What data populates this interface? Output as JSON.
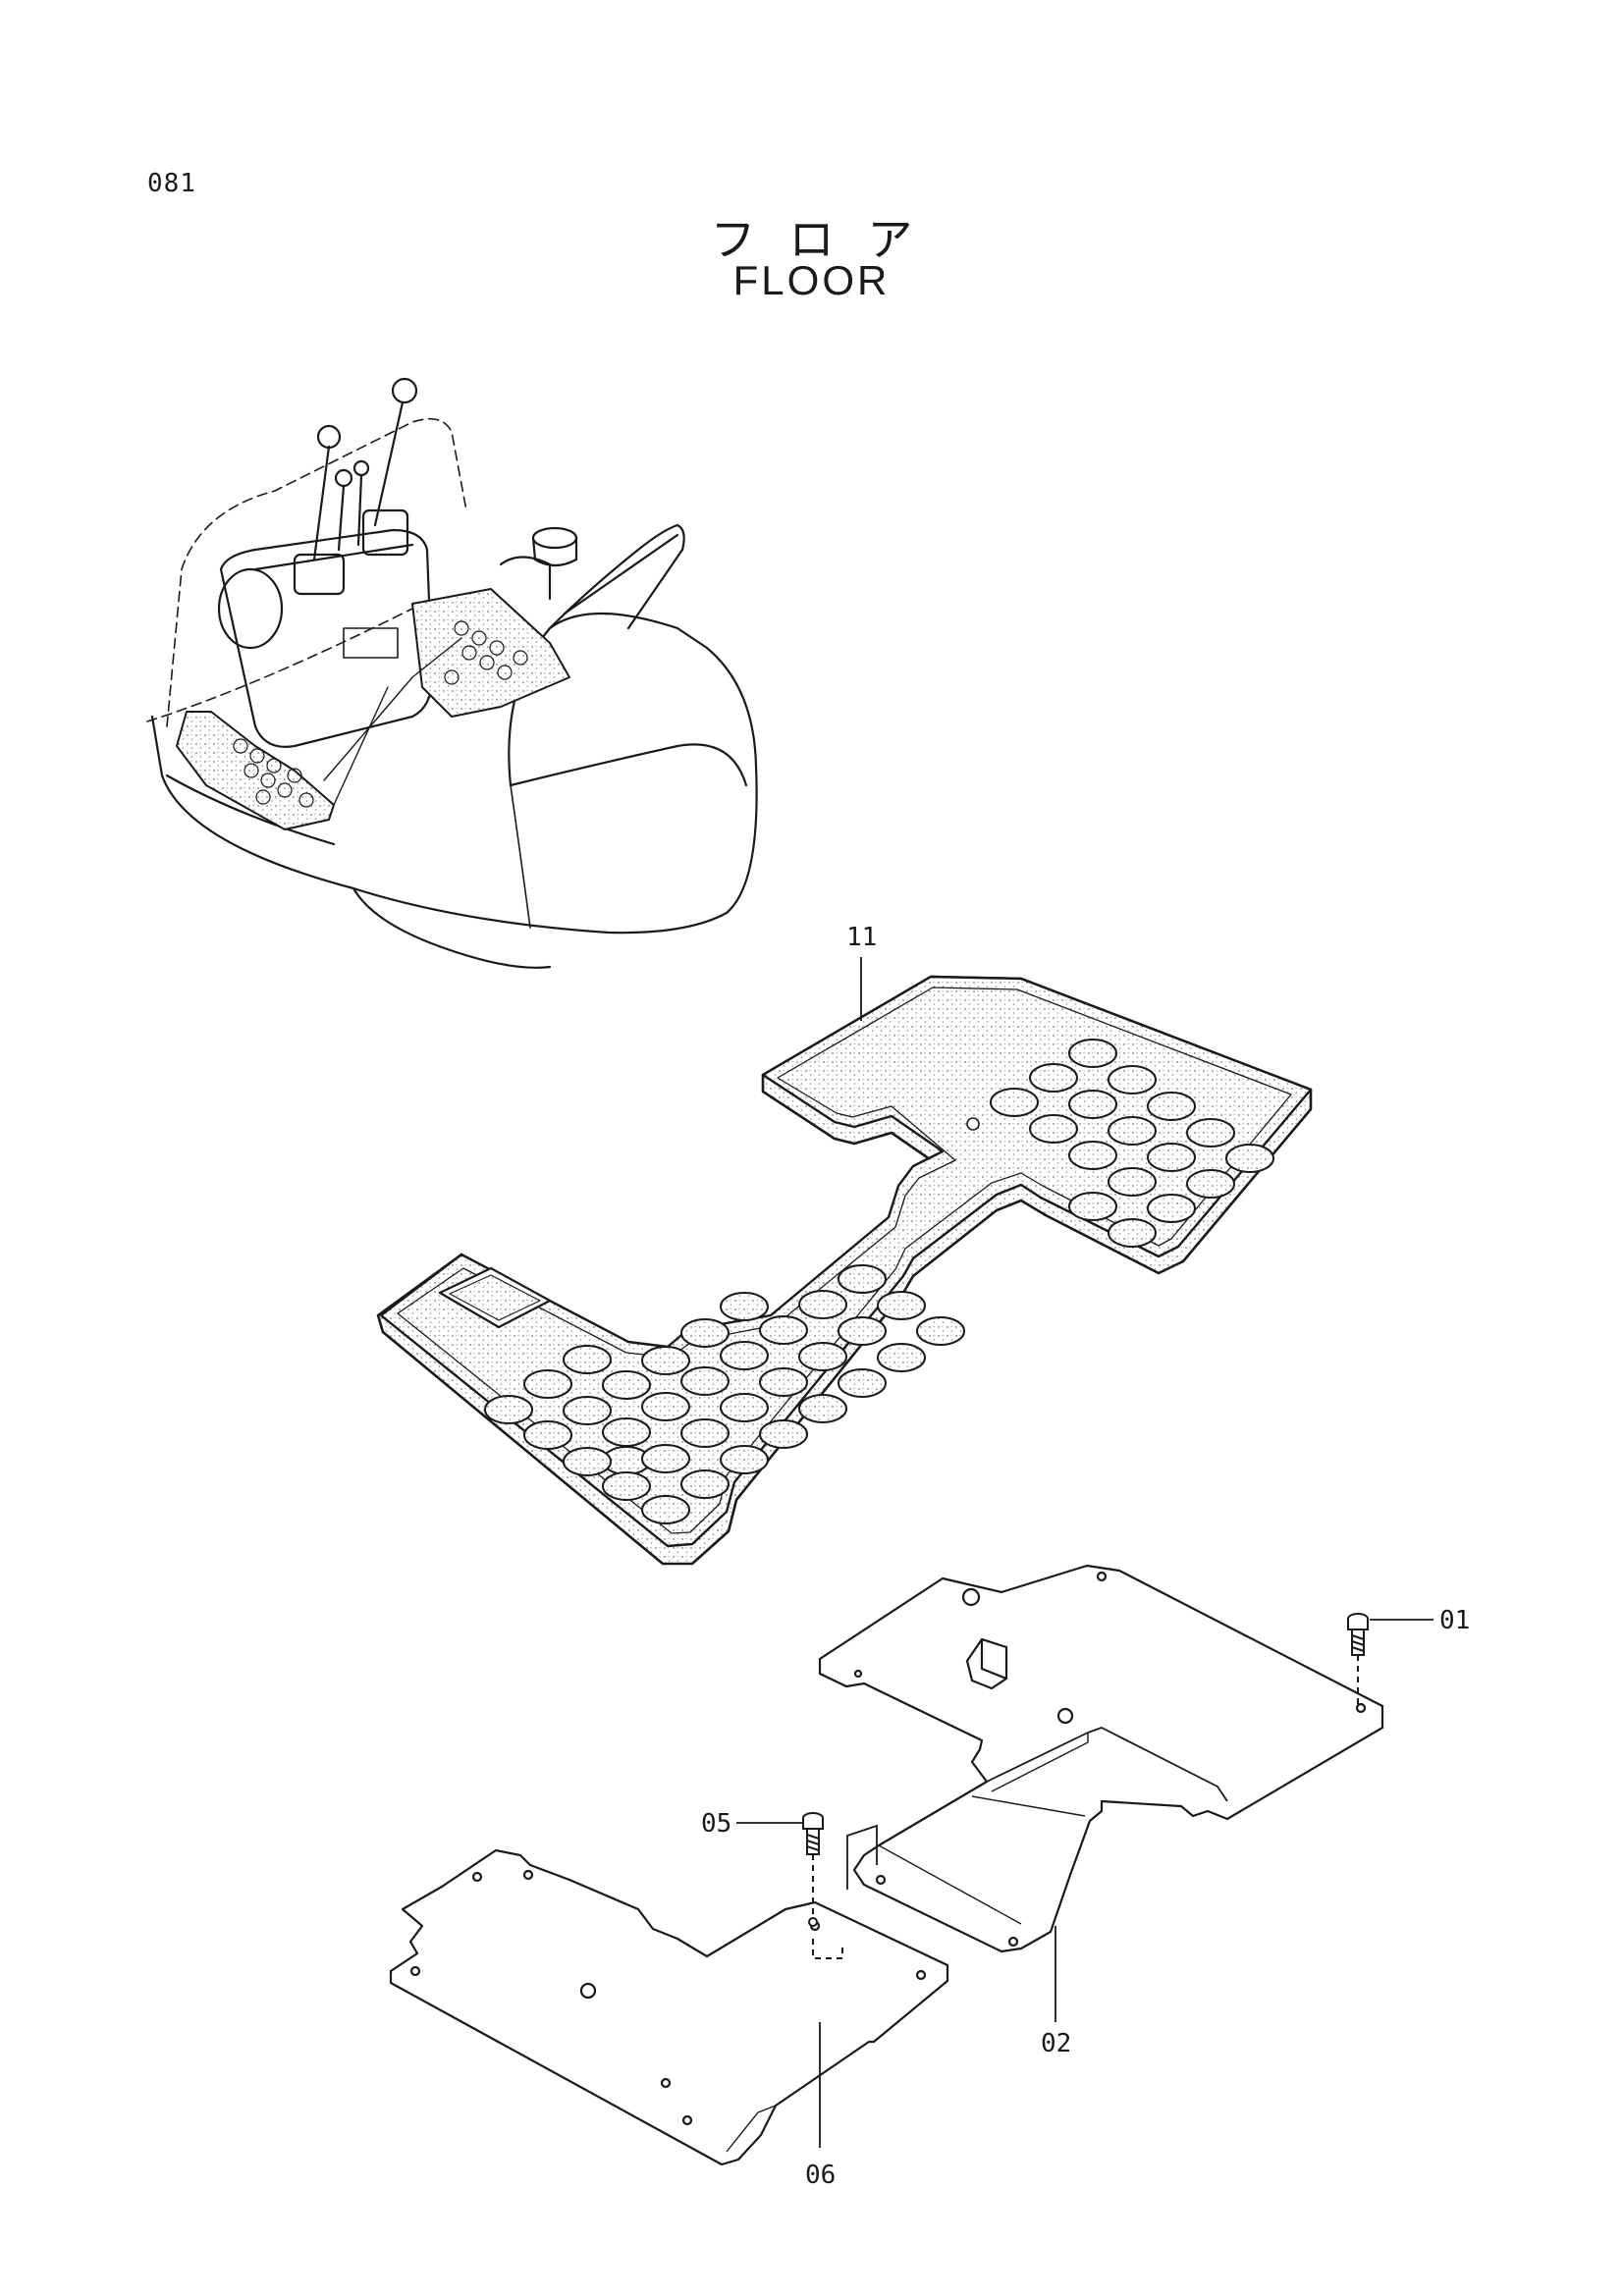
{
  "page": {
    "number": "081",
    "title_jp": "フロア",
    "title_en": "FLOOR"
  },
  "callouts": {
    "part_11": "11",
    "part_01": "01",
    "part_02": "02",
    "part_05": "05",
    "part_06": "06"
  }
}
